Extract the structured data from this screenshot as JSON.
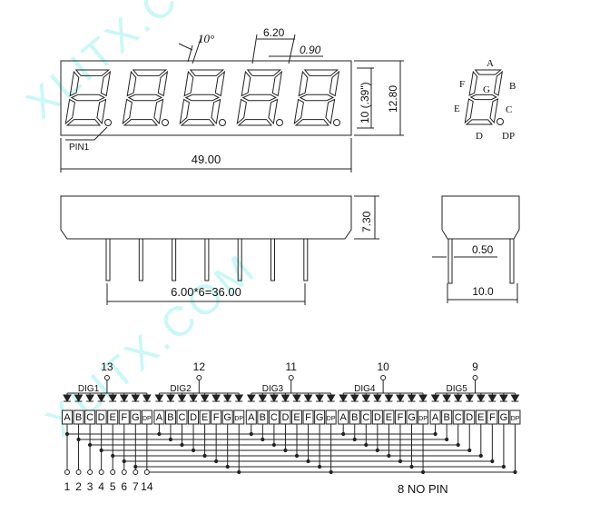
{
  "watermark": "XLITX.COM",
  "front": {
    "angle": "10°",
    "pitch": "6.20",
    "dp_size": "0.90",
    "height_inch": "10 (.39\")",
    "height": "12.80",
    "pin1": "PIN1",
    "width": "49.00"
  },
  "side": {
    "height": "7.30",
    "pin_pitch": "6.00*6=36.00",
    "pin_width": "0.50",
    "depth": "10.0"
  },
  "segment_legend": [
    "A",
    "B",
    "C",
    "D",
    "E",
    "F",
    "G",
    "DP"
  ],
  "circuit": {
    "digits": [
      {
        "label": "DIG1",
        "pin": "13"
      },
      {
        "label": "DIG2",
        "pin": "12"
      },
      {
        "label": "DIG3",
        "pin": "11"
      },
      {
        "label": "DIG4",
        "pin": "10"
      },
      {
        "label": "DIG5",
        "pin": "9"
      }
    ],
    "segments": [
      "A",
      "B",
      "C",
      "D",
      "E",
      "F",
      "G",
      "DP"
    ],
    "bottom_pins": [
      "1",
      "2",
      "3",
      "4",
      "5",
      "6",
      "7",
      "14"
    ],
    "note": "8 NO PIN"
  }
}
